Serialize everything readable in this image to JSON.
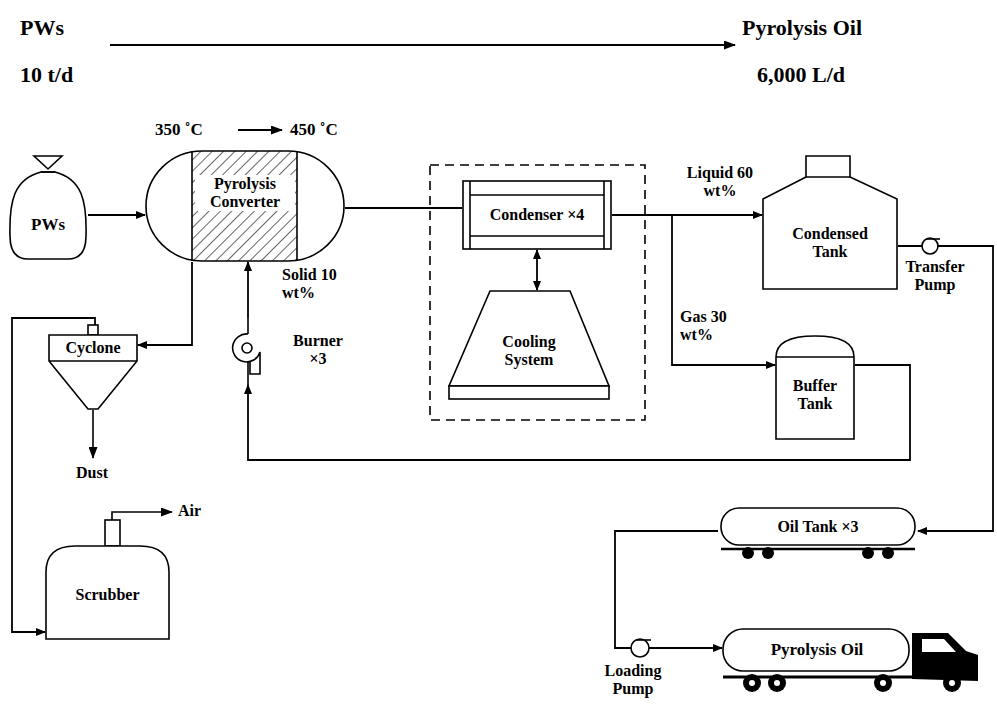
{
  "diagram": {
    "nodes": [
      {
        "text": [
          "PWs"
        ]
      },
      {
        "text": [
          "Pyrolysis Converter"
        ]
      },
      {
        "text": [
          "Condenser ×4"
        ]
      },
      {
        "text": [
          "Cooling System"
        ]
      },
      {
        "text": [
          "Condensed Tank"
        ]
      },
      {
        "text": [
          "Buffer Tank"
        ]
      },
      {
        "text": [
          "Cyclone"
        ]
      },
      {
        "text": [
          "Scrubber"
        ]
      },
      {
        "text": [
          "Burner ×3"
        ]
      },
      {
        "text": [
          "Oil Tank ×3"
        ]
      },
      {
        "text": [
          "Pyrolysis Oil"
        ]
      }
    ],
    "edges": [
      {
        "from": 0,
        "to": 1,
        "arrow": "to"
      },
      {
        "from": 1,
        "to": 2,
        "arrow": "none"
      },
      {
        "from": 2,
        "to": 3,
        "arrow": "both"
      },
      {
        "from": 2,
        "to": 4,
        "arrow": "to"
      },
      {
        "from": 2,
        "to": 5,
        "arrow": "to"
      },
      {
        "from": 5,
        "to": 8,
        "arrow": "to"
      },
      {
        "from": 8,
        "to": 1,
        "arrow": "to"
      },
      {
        "from": 1,
        "to": 6,
        "arrow": "to"
      },
      {
        "from": 6,
        "to": 7,
        "arrow": "to"
      },
      {
        "from": 4,
        "to": 9,
        "arrow": "to"
      },
      {
        "from": 9,
        "to": 10,
        "arrow": "to"
      }
    ],
    "labels": [
      "PWs",
      "10 t/d",
      "Pyrolysis Oil",
      "6,000 L/d",
      "350 ˚C",
      "450 ˚C",
      "Solid 10 wt%",
      "Liquid 60 wt%",
      "Gas 30 wt%",
      "Transfer Pump",
      "Dust",
      "Air",
      "Loading Pump"
    ]
  }
}
